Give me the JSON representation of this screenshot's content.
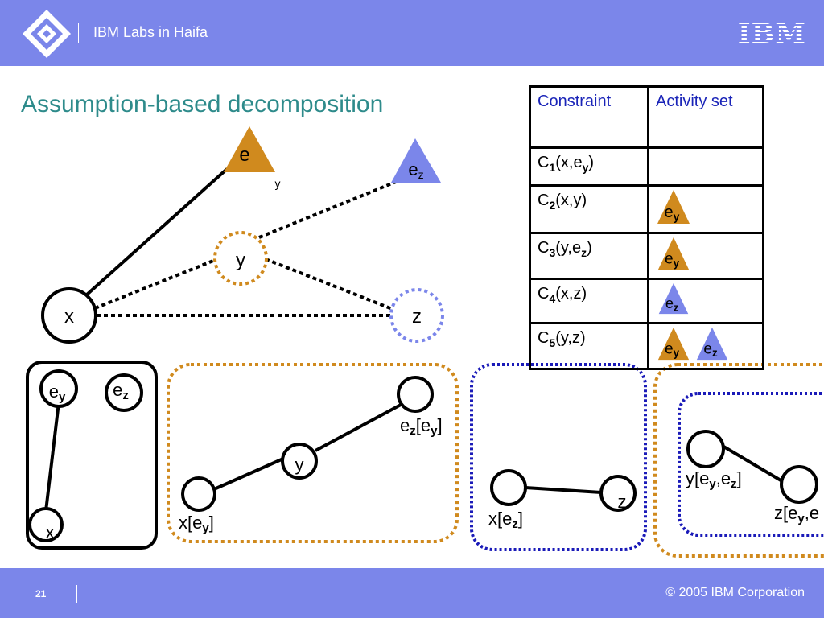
{
  "header": {
    "org": "IBM Labs in Haifa",
    "brand": "IBM"
  },
  "title": "Assumption-based decomposition",
  "graph": {
    "x": "x",
    "y": "y",
    "z": "z",
    "ey_base": "e",
    "ey_sub": "y",
    "ez_base": "e",
    "ez_sub": "z"
  },
  "table": {
    "headers": [
      "Constraint",
      "Activity set"
    ],
    "rows": [
      {
        "name": "C",
        "num": "1",
        "args_pre": "(x,e",
        "args_sub": "y",
        "args_post": ")",
        "activity": []
      },
      {
        "name": "C",
        "num": "2",
        "args_pre": "(x,y)",
        "args_sub": "",
        "args_post": "",
        "activity": [
          "e_y"
        ]
      },
      {
        "name": "C",
        "num": "3",
        "args_pre": "(y,e",
        "args_sub": "z",
        "args_post": ")",
        "activity": [
          "e_y"
        ]
      },
      {
        "name": "C",
        "num": "4",
        "args_pre": "(x,z)",
        "args_sub": "",
        "args_post": "",
        "activity": [
          "e_z"
        ]
      },
      {
        "name": "C",
        "num": "5",
        "args_pre": "(y,z)",
        "args_sub": "",
        "args_post": "",
        "activity": [
          "e_y",
          "e_z"
        ]
      }
    ]
  },
  "sub": {
    "p1": {
      "ey_base": "e",
      "ey_sub": "y",
      "ez_base": "e",
      "ez_sub": "z",
      "x": "x"
    },
    "p2": {
      "ez_pre": "e",
      "ez_sub": "z",
      "ez_mid": "[e",
      "ez_sub2": "y",
      "ez_post": "]",
      "y": "y",
      "x_pre": "x[e",
      "x_sub": "y",
      "x_post": "]"
    },
    "p3": {
      "x_pre": "x[e",
      "x_sub": "z",
      "x_post": "]",
      "z": "z"
    },
    "p4": {
      "y_pre": "y[e",
      "y_sub1": "y",
      "y_mid": ",e",
      "y_sub2": "z",
      "y_post": "]",
      "z_pre": "z[e",
      "z_sub1": "y",
      "z_mid": ",e"
    }
  },
  "footer": {
    "page": "21",
    "copyright": "© 2005 IBM Corporation"
  },
  "colors": {
    "bar": "#7b86ea",
    "title": "#2e8b8b",
    "orange": "#d08a1e",
    "blue": "#7b86ea",
    "darkblue": "#1a1ab8",
    "header_text": "#1a24b8"
  },
  "icons": [
    "ibm-diamond-logo"
  ]
}
